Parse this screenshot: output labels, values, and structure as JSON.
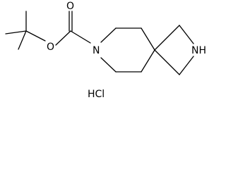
{
  "molecule": {
    "atoms": {
      "o_ether": "O",
      "o_carbonyl": "O",
      "n_piperidine": "N",
      "n_azetidine": "NH"
    },
    "salt": "HCl"
  },
  "colors": {
    "ink": "#000000",
    "background": "#ffffff"
  }
}
